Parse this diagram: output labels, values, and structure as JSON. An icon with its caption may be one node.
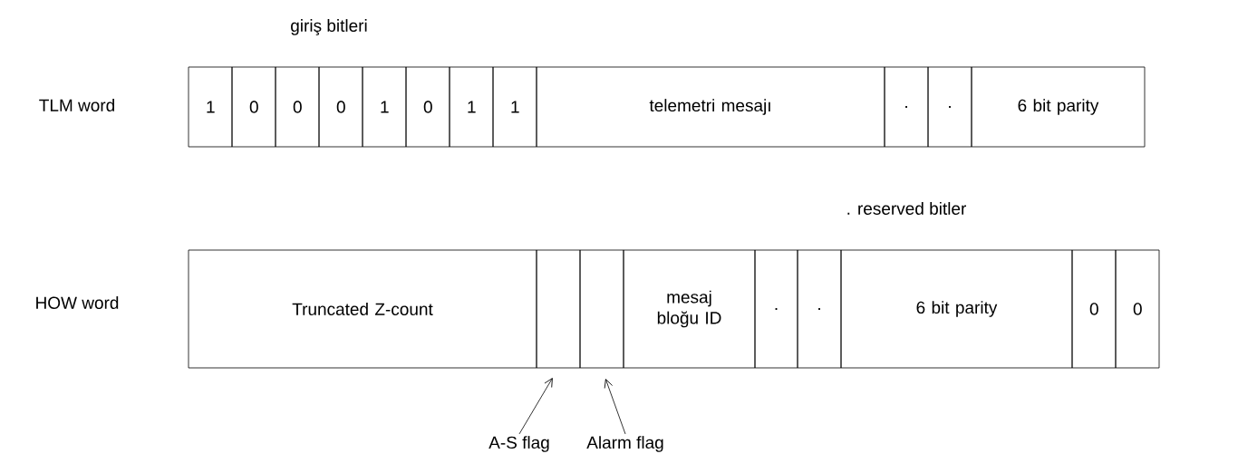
{
  "diagram": {
    "nodes": [
      {
        "text": [
          "1"
        ]
      },
      {
        "text": [
          "0"
        ]
      },
      {
        "text": [
          "0"
        ]
      },
      {
        "text": [
          "0"
        ]
      },
      {
        "text": [
          "1"
        ]
      },
      {
        "text": [
          "0"
        ]
      },
      {
        "text": [
          "1"
        ]
      },
      {
        "text": [
          "1"
        ]
      },
      {
        "text": [
          "telemetri mesajı"
        ]
      },
      {
        "text": [
          "."
        ]
      },
      {
        "text": [
          "."
        ]
      },
      {
        "text": [
          "6 bit parity"
        ]
      },
      {
        "text": [
          "Truncated Z-count"
        ]
      },
      {
        "text": [],
        "shape": "box"
      },
      {
        "text": [],
        "shape": "box"
      },
      {
        "text": [
          "mesaj bloğu ID"
        ]
      },
      {
        "text": [
          "."
        ]
      },
      {
        "text": [
          "."
        ]
      },
      {
        "text": [
          "6 bit parity"
        ]
      },
      {
        "text": [
          "0"
        ]
      },
      {
        "text": [
          "0"
        ]
      },
      {
        "text": [
          "A-S flag"
        ]
      },
      {
        "text": [
          "Alarm flag"
        ]
      }
    ],
    "edges": [
      {
        "from": 21,
        "to": 13,
        "arrow": "to"
      },
      {
        "from": 22,
        "to": 14,
        "arrow": "to"
      }
    ],
    "labels": [
      "giriş bitleri",
      "TLM word",
      ". reserved bitler",
      "HOW word"
    ]
  }
}
